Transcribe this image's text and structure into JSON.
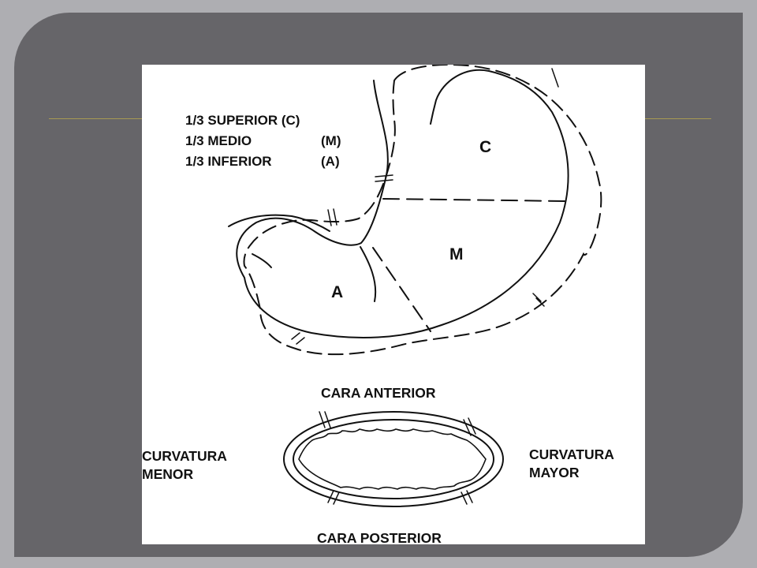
{
  "legend": {
    "superior": "1/3 SUPERIOR (C)",
    "medio_name": "1/3 MEDIO",
    "medio_code": "(M)",
    "inferior_name": "1/3 INFERIOR",
    "inferior_code": "(A)"
  },
  "regions": {
    "c": "C",
    "m": "M",
    "a": "A"
  },
  "cross_section": {
    "cara_anterior": "CARA ANTERIOR",
    "cara_posterior": "CARA POSTERIOR",
    "curvatura_menor_line1": "CURVATURA",
    "curvatura_menor_line2": "MENOR",
    "curvatura_mayor_line1": "CURVATURA",
    "curvatura_mayor_line2": "MAYOR"
  },
  "colors": {
    "background": "#aeaeb2",
    "slide": "#666569",
    "accent_line": "#a89a52",
    "figure_background": "#ffffff",
    "ink": "#111111"
  }
}
